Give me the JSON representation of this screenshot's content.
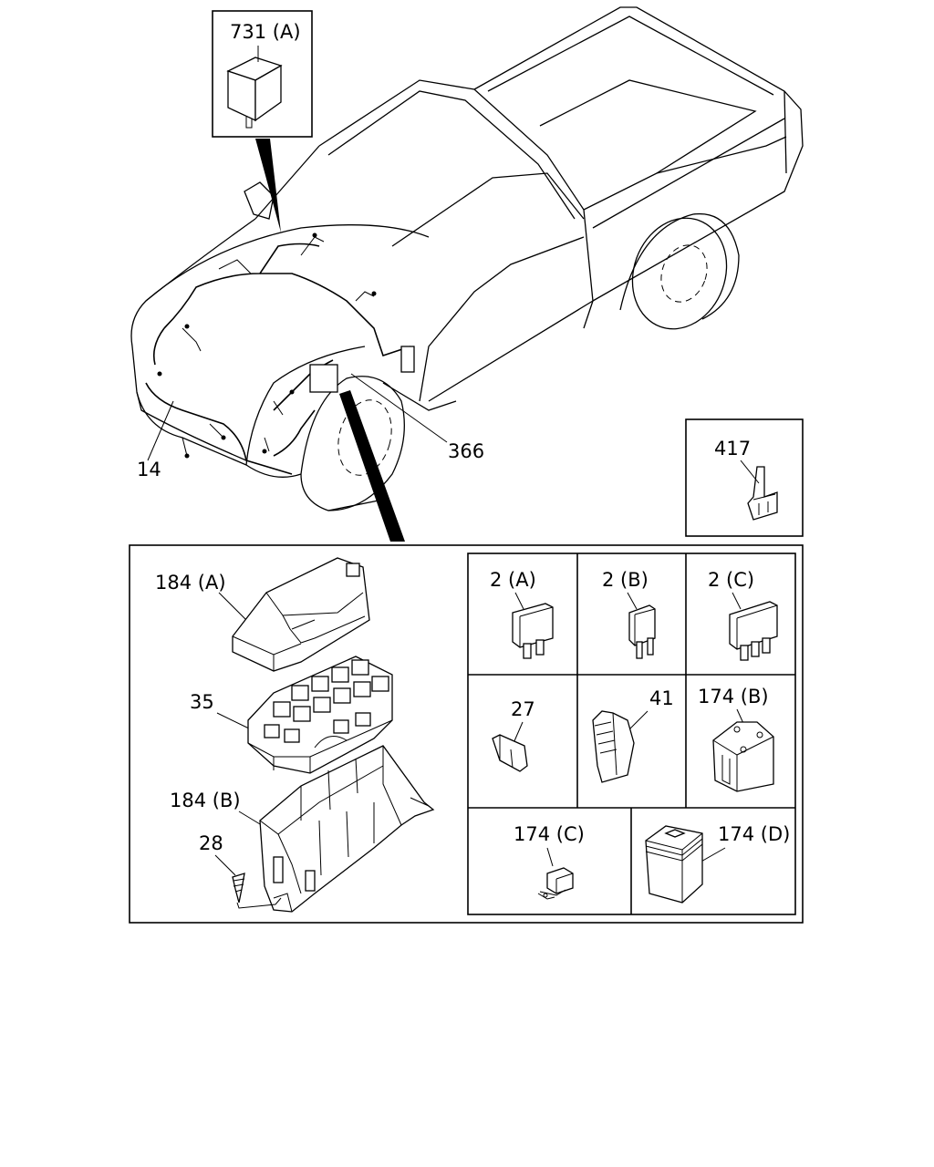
{
  "labels": {
    "relay": "731 (A)",
    "harness": "14",
    "fuse_box_assy": "366",
    "fuse_puller": "417",
    "cover_upper": "184 (A)",
    "fuse_block": "35",
    "cover_lower": "184 (B)",
    "screw": "28",
    "fuse_2a": "2 (A)",
    "fuse_2b": "2 (B)",
    "fuse_2c": "2 (C)",
    "clip_27": "27",
    "clip_41": "41",
    "fuse_174b": "174 (B)",
    "fuse_174c": "174 (C)",
    "fuse_174d": "174 (D)"
  }
}
